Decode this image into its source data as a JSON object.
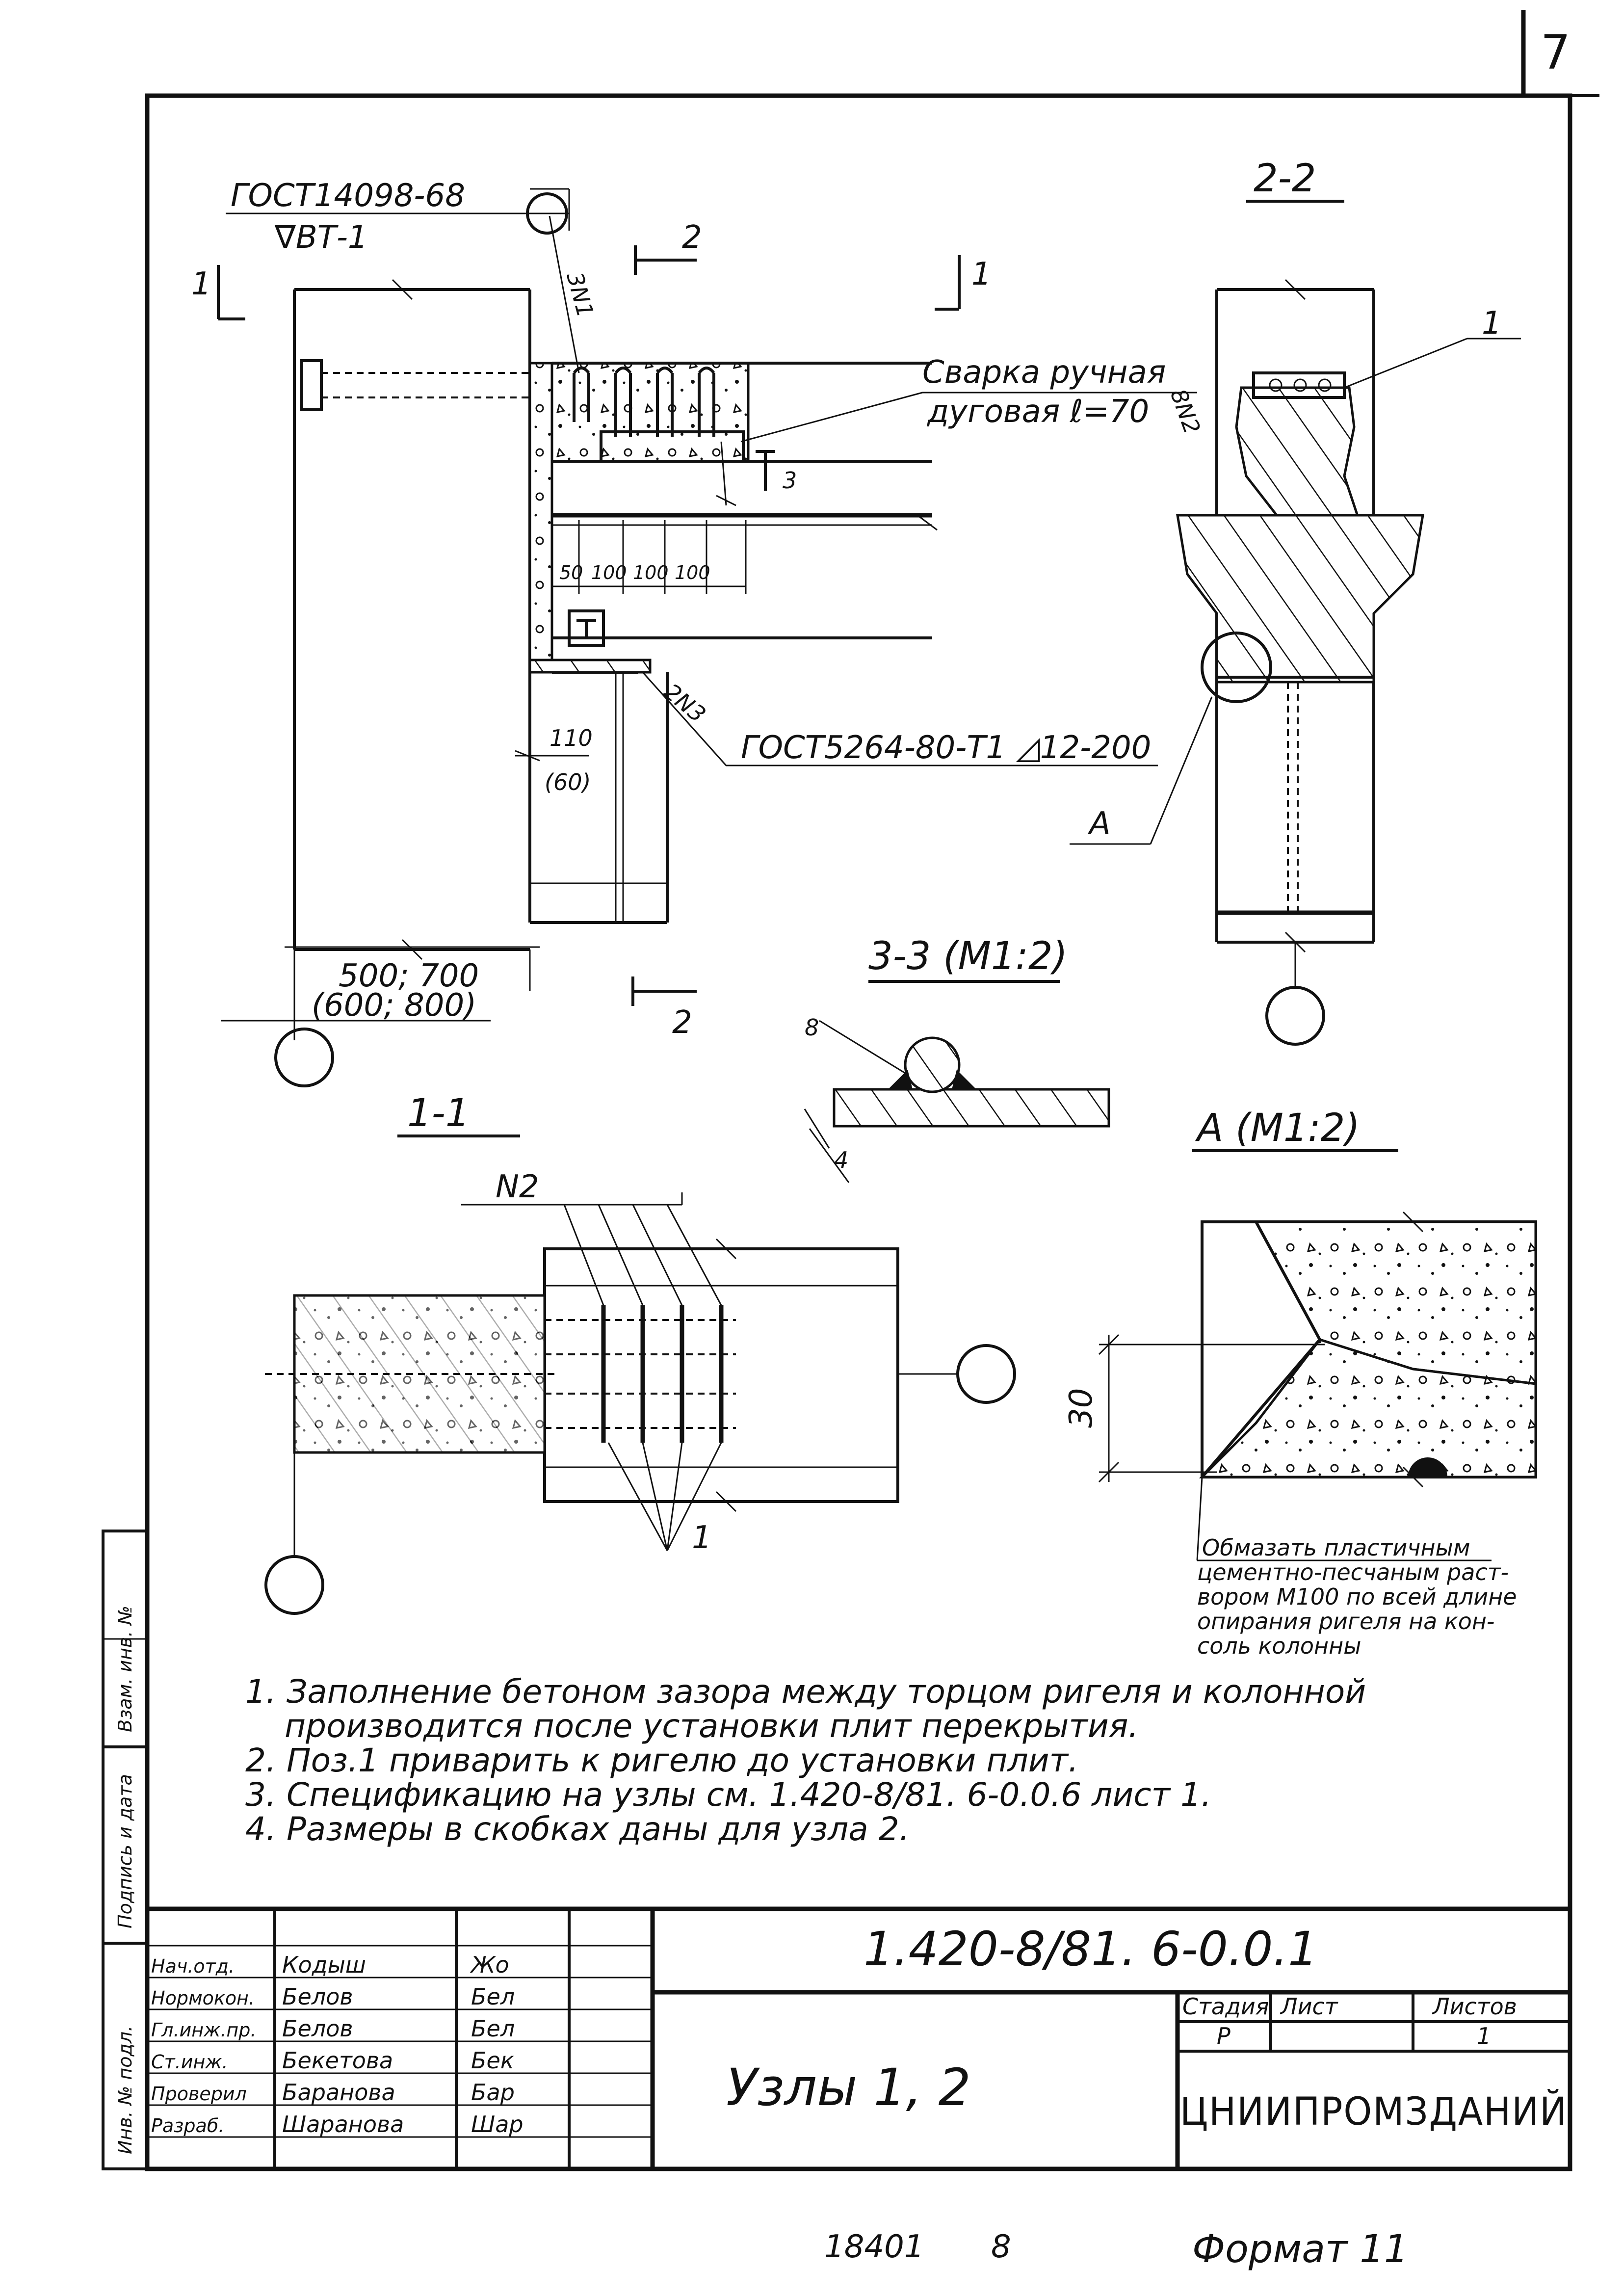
{
  "sheet_number": "7",
  "labels": {
    "gost_top": "ГОСТ14098-68",
    "weld_symbol": "∇ВТ-1",
    "pos_3n1": "3N1",
    "section_1_left": "1",
    "section_1_right": "1",
    "section_2_top": "2",
    "section_2_bottom": "2",
    "section_3": "3",
    "weld_manual_1": "Сварка ручная",
    "weld_manual_2": "дуговая ℓ=70",
    "pos_8n2": "8N2",
    "dim_50": "50",
    "dim_100a": "100",
    "dim_100b": "100",
    "dim_100c": "100",
    "pos_2n3": "2N3",
    "gost_bottom": "ГОСТ5264-80-Т1 ◿12-200",
    "dim_110": "110",
    "dim_60": "(60)",
    "dim_width": "500; 700",
    "dim_width_alt": "(600; 800)",
    "view_a_ref": "А",
    "section_2_2_title": "2-2",
    "leader_1_top": "1",
    "section_3_3_title": "3-3 (М1:2)",
    "dim_8": "8",
    "dim_4": "4",
    "section_1_1_title": "1-1",
    "pos_n2": "N2",
    "leader_1_bottom": "1",
    "view_a_title": "А (М1:2)",
    "dim_30": "30",
    "mortar_note": [
      "Обмазать пластичным",
      "цементно-песчаным раст-",
      "вором М100 по всей длине",
      "опирания ригеля на кон-",
      "соль колонны"
    ]
  },
  "notes": [
    "1. Заполнение бетоном зазора между торцом ригеля и колонной",
    "производится после установки плит перекрытия.",
    "2. Поз.1 приварить к ригелю до установки плит.",
    "3. Спецификацию на узлы см. 1.420-8/81. 6-0.0.6 лист 1.",
    "4. Размеры в скобках даны для узла 2."
  ],
  "side_stamp": [
    "Инв. № подл.",
    "Подпись и дата",
    "Взам. инв. №"
  ],
  "title_block": {
    "document_code": "1.420-8/81. 6-0.0.1",
    "title": "Узлы 1, 2",
    "roles": [
      {
        "role": "Нач.отд.",
        "name": "Кодыш",
        "sign": "Жо"
      },
      {
        "role": "Нормокон.",
        "name": "Белов",
        "sign": "Бел"
      },
      {
        "role": "Гл.инж.пр.",
        "name": "Белов",
        "sign": "Бел"
      },
      {
        "role": "Ст.инж.",
        "name": "Бекетова",
        "sign": "Бек"
      },
      {
        "role": "Проверил",
        "name": "Баранова",
        "sign": "Бар"
      },
      {
        "role": "Разраб.",
        "name": "Шаранова",
        "sign": "Шар"
      }
    ],
    "stage_header": "Стадия",
    "sheet_header": "Лист",
    "sheets_header": "Листов",
    "stage_value": "Р",
    "sheets_value": "1",
    "organization": "ЦНИИПРОМЗДАНИЙ"
  },
  "footer": {
    "inventory": "18401",
    "copy": "8",
    "format": "Формат 11"
  }
}
